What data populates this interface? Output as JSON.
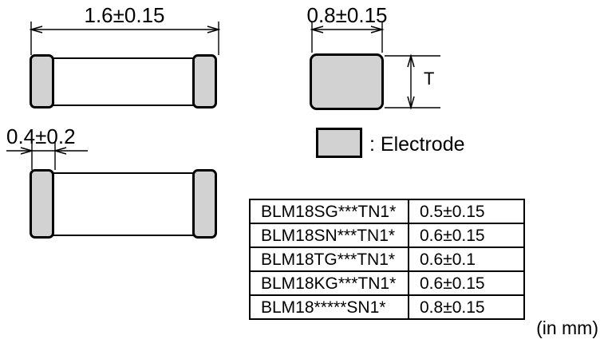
{
  "dimensions": {
    "length": "1.6±0.15",
    "width": "0.8±0.15",
    "electrode_band": "0.4±0.2",
    "thickness_symbol": "T"
  },
  "legend": {
    "label": ": Electrode"
  },
  "table": {
    "rows": [
      {
        "part_number": "BLM18SG***TN1*",
        "thickness": "0.5±0.15"
      },
      {
        "part_number": "BLM18SN***TN1*",
        "thickness": "0.6±0.15"
      },
      {
        "part_number": "BLM18TG***TN1*",
        "thickness": "0.6±0.1"
      },
      {
        "part_number": "BLM18KG***TN1*",
        "thickness": "0.6±0.15"
      },
      {
        "part_number": "BLM18*****SN1*",
        "thickness": "0.8±0.15"
      }
    ]
  },
  "footer": {
    "unit_note": "(in mm)"
  },
  "colors": {
    "electrode_fill": "#d2d2d2",
    "line": "#000000"
  }
}
